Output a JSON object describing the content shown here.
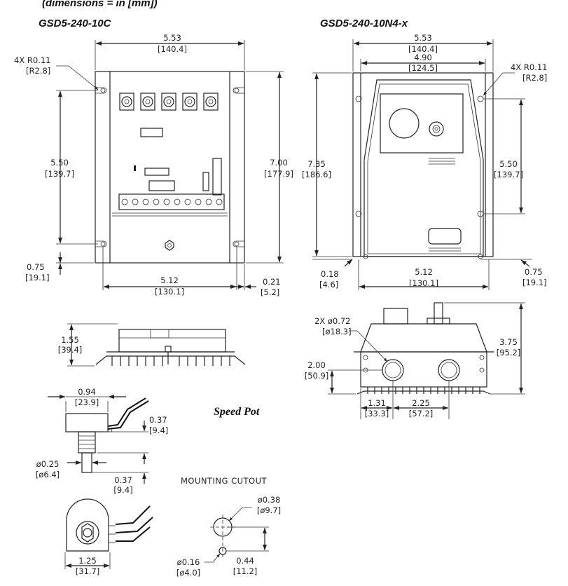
{
  "header": {
    "dimensions_note": "(dimensions = in [mm])",
    "title_left": "GSD5-240-10C",
    "title_right": "GSD5-240-10N4-x",
    "speed_pot_title": "Speed Pot",
    "mounting_cutout_title": "MOUNTING CUTOUT"
  },
  "left_front": {
    "width": [
      "5.53",
      "[140.4]"
    ],
    "radius": [
      "4X R0.11",
      "[R2.8]"
    ],
    "hole_pitch": [
      "5.50",
      "[139.7]"
    ],
    "height": [
      "7.00",
      "[177.9]"
    ],
    "bottom_offset": [
      "0.75",
      "[19.1]"
    ],
    "hole_span": [
      "5.12",
      "[130.1]"
    ],
    "flange": [
      "0.21",
      "[5.2]"
    ]
  },
  "left_side": {
    "height": [
      "1.55",
      "[39.4]"
    ]
  },
  "right_front": {
    "width": [
      "5.53",
      "[140.4]"
    ],
    "inner_width": [
      "4.90",
      "[124.5]"
    ],
    "radius": [
      "4X R0.11",
      "[R2.8]"
    ],
    "height": [
      "7.35",
      "[186.6]"
    ],
    "hole_pitch": [
      "5.50",
      "[139.7]"
    ],
    "bottom_offset": [
      "0.18",
      "[4.6]"
    ],
    "hole_span": [
      "5.12",
      "[130.1]"
    ],
    "side_offset": [
      "0.75",
      "[19.1]"
    ]
  },
  "right_side": {
    "knockouts": [
      "2X ø0.72",
      "[ø18.3]"
    ],
    "height": [
      "3.75",
      "[95.2]"
    ],
    "ko_height": [
      "2.00",
      "[50.9]"
    ],
    "ko_offset": [
      "1.31",
      "[33.3]"
    ],
    "ko_spacing": [
      "2.25",
      "[57.2]"
    ]
  },
  "speed_pot": {
    "body_width": [
      "0.94",
      "[23.9]"
    ],
    "bushing_len": [
      "0.37",
      "[9.4]"
    ],
    "shaft_dia": [
      "ø0.25",
      "[ø6.4]"
    ],
    "shaft_len": [
      "0.37",
      "[9.4]"
    ],
    "face_width": [
      "1.25",
      "[31.7]"
    ]
  },
  "cutout": {
    "hole_dia": [
      "ø0.38",
      "[ø9.7]"
    ],
    "pin_dia": [
      "ø0.16",
      "[ø4.0]"
    ],
    "pin_offset": [
      "0.44",
      "[11.2]"
    ]
  }
}
